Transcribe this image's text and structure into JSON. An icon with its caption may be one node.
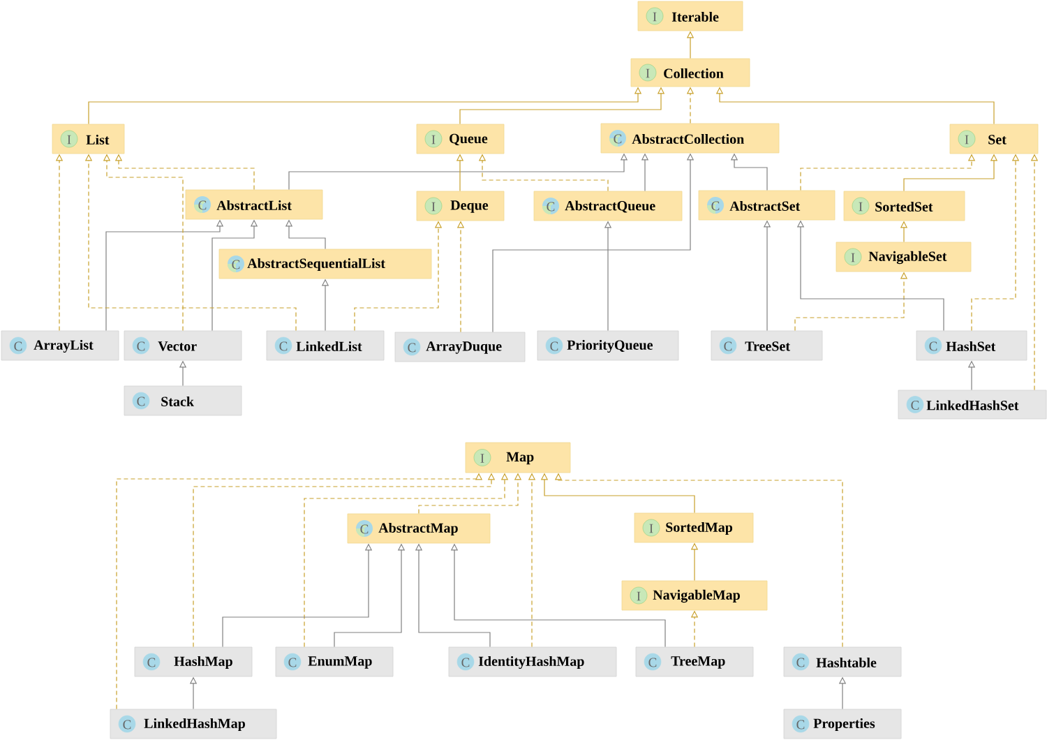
{
  "diagram": {
    "nodes": [
      {
        "text": [
          "I",
          "Iterable"
        ]
      },
      {
        "text": [
          "I",
          "Collection"
        ]
      },
      {
        "text": [
          "I",
          "List"
        ]
      },
      {
        "text": [
          "I",
          "Queue"
        ]
      },
      {
        "text": [
          "C",
          "AbstractCollection"
        ]
      },
      {
        "text": [
          "I",
          "Set"
        ]
      },
      {
        "text": [
          "C",
          "AbstractList"
        ]
      },
      {
        "text": [
          "I",
          "Deque"
        ]
      },
      {
        "text": [
          "C",
          "AbstractQueue"
        ]
      },
      {
        "text": [
          "C",
          "AbstractSet"
        ]
      },
      {
        "text": [
          "I",
          "SortedSet"
        ]
      },
      {
        "text": [
          "C",
          "AbstractSequentialList"
        ]
      },
      {
        "text": [
          "I",
          "NavigableSet"
        ]
      },
      {
        "text": [
          "C",
          "ArrayList"
        ]
      },
      {
        "text": [
          "C",
          "Vector"
        ]
      },
      {
        "text": [
          "C",
          "LinkedList"
        ]
      },
      {
        "text": [
          "C",
          "ArrayDuque"
        ]
      },
      {
        "text": [
          "C",
          "PriorityQueue"
        ]
      },
      {
        "text": [
          "C",
          "TreeSet"
        ]
      },
      {
        "text": [
          "C",
          "HashSet"
        ]
      },
      {
        "text": [
          "C",
          "Stack"
        ]
      },
      {
        "text": [
          "C",
          "LinkedHashSet"
        ]
      },
      {
        "text": [
          "I",
          "Map"
        ]
      },
      {
        "text": [
          "C",
          "AbstractMap"
        ]
      },
      {
        "text": [
          "I",
          "SortedMap"
        ]
      },
      {
        "text": [
          "I",
          "NavigableMap"
        ]
      },
      {
        "text": [
          "C",
          "HashMap"
        ]
      },
      {
        "text": [
          "C",
          "EnumMap"
        ]
      },
      {
        "text": [
          "C",
          "IdentityHashMap"
        ]
      },
      {
        "text": [
          "C",
          "TreeMap"
        ]
      },
      {
        "text": [
          "C",
          "Hashtable"
        ]
      },
      {
        "text": [
          "C",
          "LinkedHashMap"
        ]
      },
      {
        "text": [
          "C",
          "Properties"
        ]
      }
    ],
    "edges": [
      {
        "from": 1,
        "to": 0,
        "arrow": "to"
      },
      {
        "from": 2,
        "to": 1,
        "arrow": "to"
      },
      {
        "from": 3,
        "to": 1,
        "arrow": "to"
      },
      {
        "from": 4,
        "to": 1,
        "arrow": "to",
        "style": "dashed"
      },
      {
        "from": 5,
        "to": 1,
        "arrow": "to"
      },
      {
        "from": 6,
        "to": 2,
        "arrow": "to",
        "style": "dashed"
      },
      {
        "from": 6,
        "to": 4,
        "arrow": "to",
        "color": "#808080"
      },
      {
        "from": 8,
        "to": 3,
        "arrow": "to",
        "style": "dashed"
      },
      {
        "from": 7,
        "to": 3,
        "arrow": "to"
      },
      {
        "from": 8,
        "to": 4,
        "arrow": "to",
        "color": "#808080"
      },
      {
        "from": 9,
        "to": 4,
        "arrow": "to",
        "color": "#808080"
      },
      {
        "from": 9,
        "to": 5,
        "arrow": "to",
        "style": "dashed"
      },
      {
        "from": 10,
        "to": 5,
        "arrow": "to"
      },
      {
        "from": 12,
        "to": 10,
        "arrow": "to"
      },
      {
        "from": 11,
        "to": 6,
        "arrow": "to",
        "color": "#808080"
      },
      {
        "from": 13,
        "to": 2,
        "arrow": "to",
        "style": "dashed"
      },
      {
        "from": 13,
        "to": 6,
        "arrow": "to",
        "color": "#808080"
      },
      {
        "from": 14,
        "to": 2,
        "arrow": "to",
        "style": "dashed"
      },
      {
        "from": 14,
        "to": 6,
        "arrow": "to",
        "color": "#808080"
      },
      {
        "from": 15,
        "to": 2,
        "arrow": "to",
        "style": "dashed"
      },
      {
        "from": 15,
        "to": 11,
        "arrow": "to",
        "color": "#808080"
      },
      {
        "from": 15,
        "to": 7,
        "arrow": "to",
        "style": "dashed"
      },
      {
        "from": 16,
        "to": 7,
        "arrow": "to",
        "style": "dashed"
      },
      {
        "from": 16,
        "to": 4,
        "arrow": "to",
        "color": "#808080"
      },
      {
        "from": 17,
        "to": 8,
        "arrow": "to",
        "color": "#808080"
      },
      {
        "from": 18,
        "to": 9,
        "arrow": "to",
        "color": "#808080"
      },
      {
        "from": 18,
        "to": 12,
        "arrow": "to",
        "style": "dashed"
      },
      {
        "from": 19,
        "to": 9,
        "arrow": "to",
        "color": "#808080"
      },
      {
        "from": 19,
        "to": 5,
        "arrow": "to",
        "style": "dashed"
      },
      {
        "from": 20,
        "to": 14,
        "arrow": "to",
        "color": "#808080"
      },
      {
        "from": 21,
        "to": 19,
        "arrow": "to",
        "color": "#808080"
      },
      {
        "from": 21,
        "to": 5,
        "arrow": "to",
        "style": "dashed"
      },
      {
        "from": 31,
        "to": 22,
        "arrow": "to",
        "style": "dashed"
      },
      {
        "from": 26,
        "to": 22,
        "arrow": "to",
        "style": "dashed"
      },
      {
        "from": 27,
        "to": 22,
        "arrow": "to",
        "style": "dashed"
      },
      {
        "from": 23,
        "to": 22,
        "arrow": "to",
        "style": "dashed"
      },
      {
        "from": 28,
        "to": 22,
        "arrow": "to",
        "style": "dashed"
      },
      {
        "from": 24,
        "to": 22,
        "arrow": "to"
      },
      {
        "from": 30,
        "to": 22,
        "arrow": "to",
        "style": "dashed"
      },
      {
        "from": 25,
        "to": 24,
        "arrow": "to"
      },
      {
        "from": 26,
        "to": 23,
        "arrow": "to",
        "color": "#808080"
      },
      {
        "from": 27,
        "to": 23,
        "arrow": "to",
        "color": "#808080"
      },
      {
        "from": 28,
        "to": 23,
        "arrow": "to",
        "color": "#808080"
      },
      {
        "from": 29,
        "to": 23,
        "arrow": "to",
        "color": "#808080"
      },
      {
        "from": 29,
        "to": 25,
        "arrow": "to",
        "style": "dashed"
      },
      {
        "from": 31,
        "to": 26,
        "arrow": "to",
        "color": "#808080"
      },
      {
        "from": 32,
        "to": 30,
        "arrow": "to",
        "color": "#808080"
      }
    ]
  }
}
